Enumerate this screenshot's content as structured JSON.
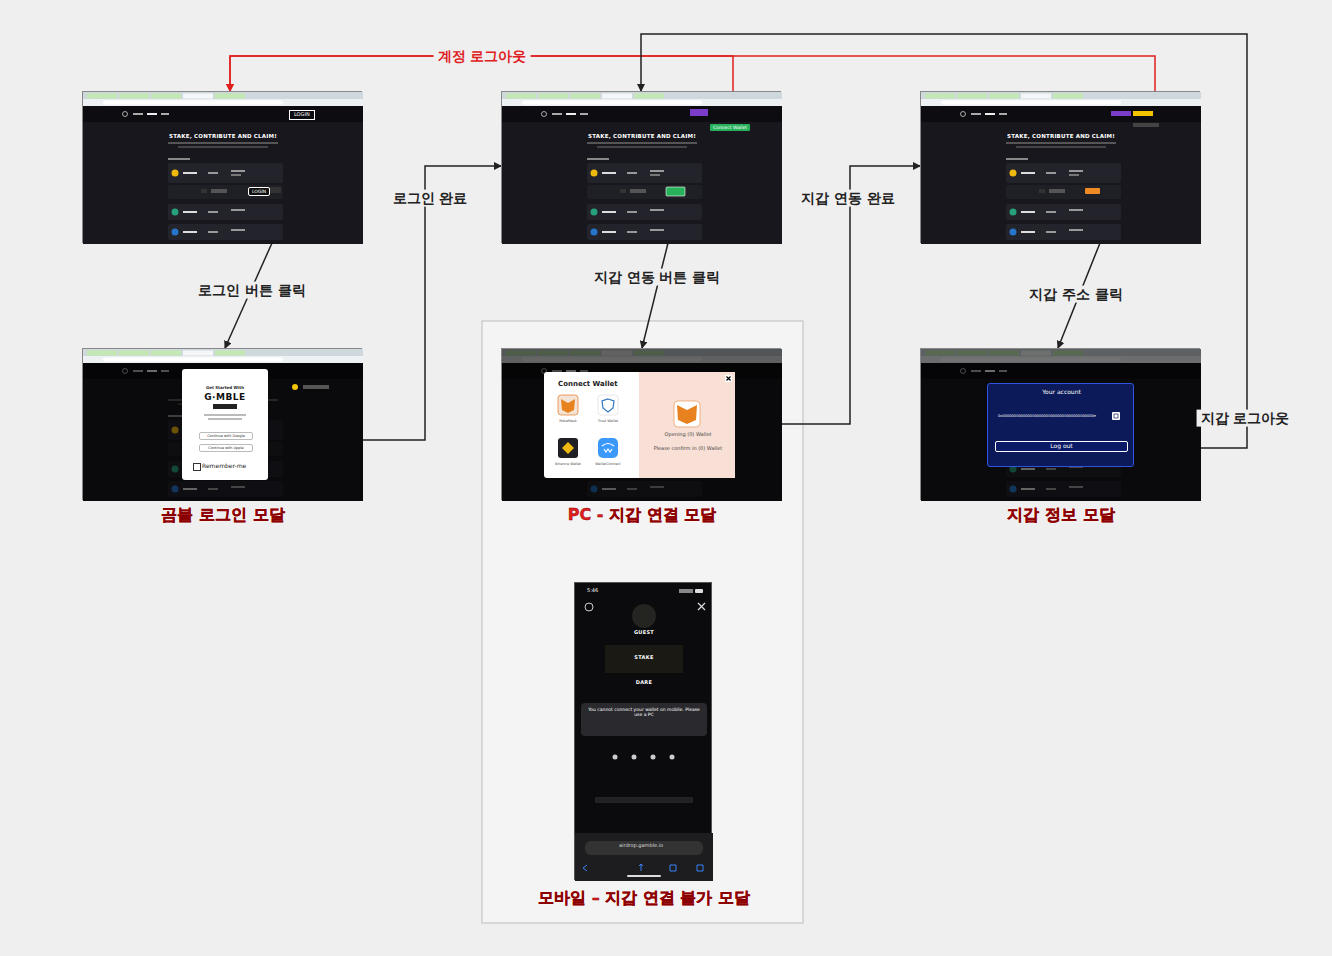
{
  "diagram": {
    "nodes": [
      {
        "text": [
          "LOGIN",
          "STAKE, CONTRIBUTE AND CLAIM!",
          "LOGIN"
        ]
      },
      {
        "text": [
          "Connect Wallet",
          "STAKE, CONTRIBUTE AND CLAIM!"
        ]
      },
      {
        "text": [
          "STAKE, CONTRIBUTE AND CLAIM!"
        ]
      },
      {
        "text": [
          "곰블 로그인 모달"
        ]
      },
      {
        "text": [
          "Get Started With",
          "G·MBLE",
          "Continue with Google",
          "Continue with Apple",
          "Remember-me"
        ],
        "in": 3
      },
      {
        "text": [
          "PC - 지갑 연결 모달"
        ]
      },
      {
        "text": [
          "Connect Wallet",
          "MetaMask",
          "Trust Wallet",
          "Binance Wallet",
          "WalletConnect",
          "Opening (0) Wallet",
          "Please confirm in (0) Wallet"
        ],
        "in": 5
      },
      {
        "text": [
          "모바일 – 지갑 연결 불가 모달",
          "5:46",
          "GUEST",
          "STAKE",
          "DARE",
          "airdrop.gamble.io"
        ]
      },
      {
        "text": [
          "You cannot connect your wallet on mobile. Please use a PC"
        ],
        "in": 7
      },
      {
        "text": [
          "지갑 정보 모달"
        ]
      },
      {
        "text": [
          "Your account",
          "0x0000000000000000000000000000000000000000e",
          "Log out"
        ],
        "in": 9
      }
    ],
    "edges": [
      {
        "from": 0,
        "to": 3,
        "label": "로그인 버튼 클릭",
        "arrow": "to"
      },
      {
        "from": 3,
        "to": 1,
        "label": "로그인 완료",
        "arrow": "to"
      },
      {
        "from": 1,
        "to": 5,
        "label": "지갑 연동 버튼 클릭",
        "arrow": "to"
      },
      {
        "from": 5,
        "to": 2,
        "label": "지갑 연동 완료",
        "arrow": "to"
      },
      {
        "from": 2,
        "to": 9,
        "label": "지갑 주소 클릭",
        "arrow": "to"
      },
      {
        "from": 2,
        "to": 0,
        "label": "계정 로그아웃",
        "arrow": "to"
      },
      {
        "from": 1,
        "to": 0,
        "arrow": "to"
      },
      {
        "from": 10,
        "to": 1,
        "label": "지갑 로그아웃",
        "arrow": "to"
      }
    ]
  }
}
